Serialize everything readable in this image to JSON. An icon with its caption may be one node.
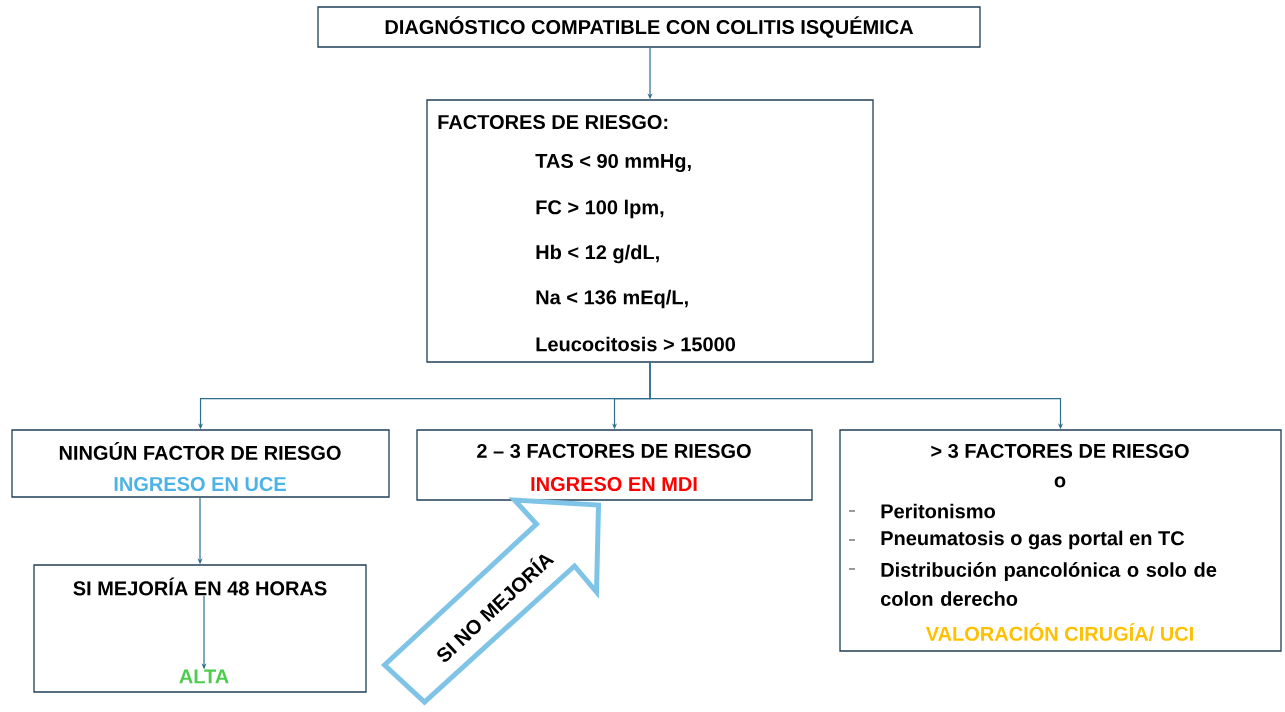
{
  "diagram": {
    "nodes": [
      {
        "text": [
          "DIAGNÓSTICO COMPATIBLE CON COLITIS ISQUÉMICA"
        ]
      },
      {
        "text": [
          "FACTORES DE RIESGO:",
          "TAS < 90 mmHg,",
          "FC > 100 lpm,",
          "Hb < 12 g/dL,",
          "Na < 136 mEq/L,",
          "Leucocitosis > 15000"
        ]
      },
      {
        "text": [
          "NINGÚN FACTOR DE RIESGO",
          "INGRESO EN UCE"
        ]
      },
      {
        "text": [
          "2 – 3 FACTORES DE RIESGO",
          "INGRESO EN MDI"
        ]
      },
      {
        "text": [
          "> 3 FACTORES DE RIESGO",
          "o",
          "Peritonismo",
          "Pneumatosis o gas portal en TC",
          "Distribución pancolónica o solo de colon derecho",
          "VALORACIÓN CIRUGÍA/ UCI"
        ]
      },
      {
        "text": [],
        "shape": "box"
      },
      {
        "text": [
          "SI  MEJORÍA EN 48 HORAS"
        ],
        "in": 5
      },
      {
        "text": [
          "ALTA"
        ],
        "in": 5
      }
    ],
    "edges": [
      {
        "from": 0,
        "to": 1,
        "arrow": "to"
      },
      {
        "from": 1,
        "to": 2,
        "arrow": "to"
      },
      {
        "from": 1,
        "to": 3,
        "arrow": "to"
      },
      {
        "from": 1,
        "to": 4,
        "arrow": "to"
      },
      {
        "from": 2,
        "to": 5,
        "arrow": "to"
      },
      {
        "from": 6,
        "to": 7,
        "arrow": "to"
      },
      {
        "from": null,
        "to": 3,
        "arrow": "to",
        "label": "SI NO MEJORÍA",
        "style": "thick",
        "color": "#7fc4e6"
      }
    ]
  }
}
